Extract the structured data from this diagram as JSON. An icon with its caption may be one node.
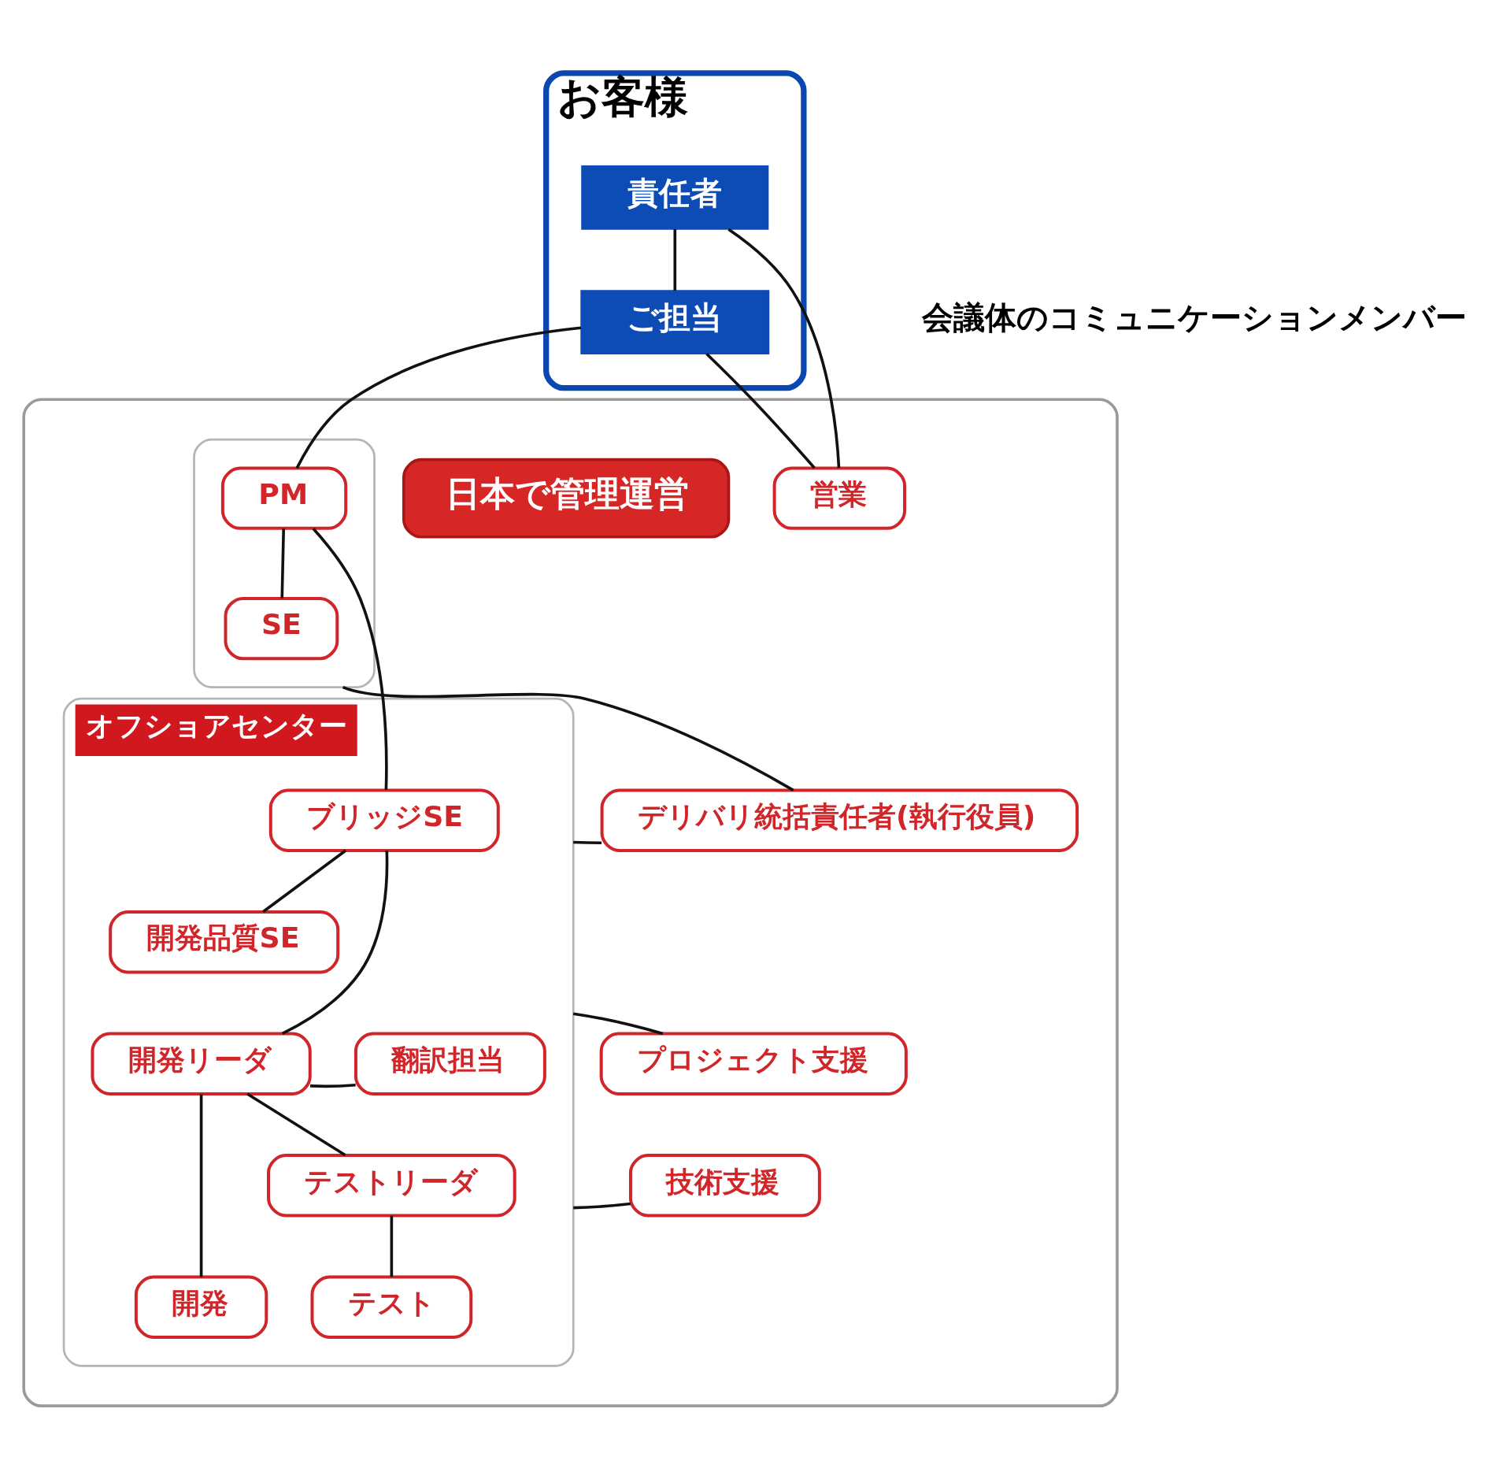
{
  "diagram": {
    "nodes": [
      {
        "text": [
          "お客様"
        ]
      },
      {
        "text": [
          "責任者"
        ],
        "in": 0
      },
      {
        "text": [
          "ご担当"
        ],
        "in": 0
      },
      {
        "text": [],
        "shape": "box"
      },
      {
        "text": [
          "営業"
        ],
        "in": 3
      },
      {
        "text": [],
        "shape": "box",
        "in": 3
      },
      {
        "text": [
          "PM"
        ],
        "in": 5
      },
      {
        "text": [
          "SE"
        ],
        "in": 5
      },
      {
        "text": [
          "日本で管理運営"
        ],
        "in": 3
      },
      {
        "text": [
          "デリバリ統括責任者(執行役員)"
        ],
        "in": 3
      },
      {
        "text": [
          "オフショアセンター"
        ],
        "in": 3
      },
      {
        "text": [
          "ブリッジSE"
        ],
        "in": 10
      },
      {
        "text": [
          "開発品質SE"
        ],
        "in": 10
      },
      {
        "text": [
          "開発リーダ"
        ],
        "in": 10
      },
      {
        "text": [
          "翻訳担当"
        ],
        "in": 10
      },
      {
        "text": [
          "テストリーダ"
        ],
        "in": 10
      },
      {
        "text": [
          "開発"
        ],
        "in": 10
      },
      {
        "text": [
          "テスト"
        ],
        "in": 10
      },
      {
        "text": [
          "プロジェクト支援"
        ],
        "in": 3
      },
      {
        "text": [
          "技術支援"
        ],
        "in": 3
      }
    ],
    "edges": [
      {
        "from": 1,
        "to": 2,
        "arrow": "none"
      },
      {
        "from": 1,
        "to": 4,
        "arrow": "none"
      },
      {
        "from": 2,
        "to": 4,
        "arrow": "none"
      },
      {
        "from": 2,
        "to": 6,
        "arrow": "none"
      },
      {
        "from": 6,
        "to": 7,
        "arrow": "none"
      },
      {
        "from": 6,
        "to": 11,
        "arrow": "none"
      },
      {
        "from": 9,
        "to": 5,
        "arrow": "none"
      },
      {
        "from": 9,
        "to": 10,
        "arrow": "none"
      },
      {
        "from": 11,
        "to": 13,
        "arrow": "none"
      },
      {
        "from": 11,
        "to": 12,
        "arrow": "none"
      },
      {
        "from": 13,
        "to": 14,
        "arrow": "none"
      },
      {
        "from": 13,
        "to": 15,
        "arrow": "none"
      },
      {
        "from": 13,
        "to": 16,
        "arrow": "none"
      },
      {
        "from": 15,
        "to": 17,
        "arrow": "none"
      },
      {
        "from": 18,
        "to": 10,
        "arrow": "none"
      },
      {
        "from": 19,
        "to": 10,
        "arrow": "none"
      }
    ],
    "labels": [
      "会議体のコミュニケーションメンバー"
    ]
  }
}
